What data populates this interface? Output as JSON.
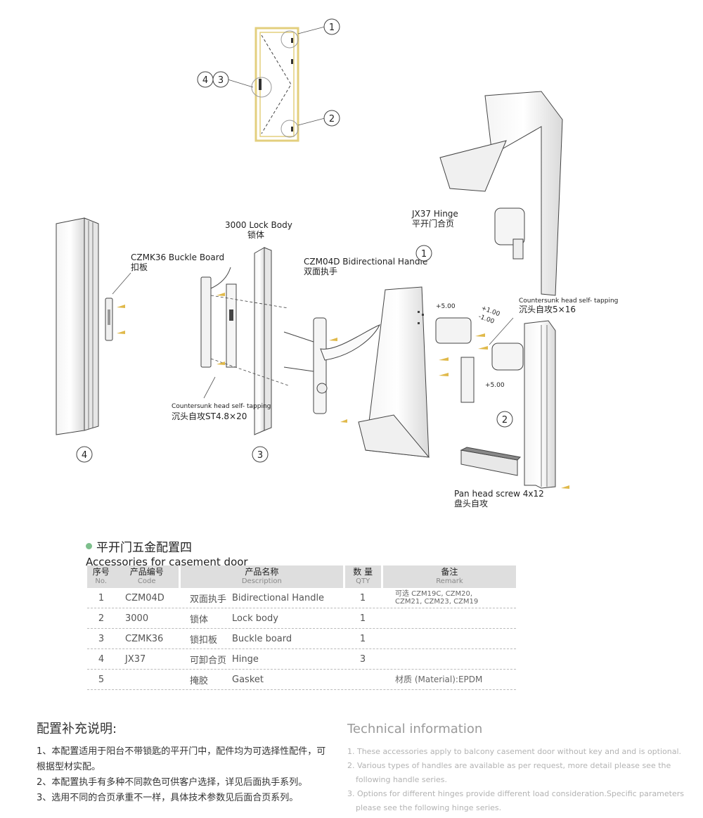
{
  "diagram": {
    "callouts": {
      "lock_body_en": "3000 Lock Body",
      "lock_body_cn": "锁体",
      "buckle_en": "CZMK36 Buckle Board",
      "buckle_cn": "扣板",
      "handle_en": "CZM04D Bidirectional Handle",
      "handle_cn": "双面执手",
      "hinge_en": "JX37 Hinge",
      "hinge_cn": "平开门合页",
      "screw_st_en": "Countersunk head self- tapping",
      "screw_st_cn": "沉头自攻ST4.8×20",
      "screw_5x16_en": "Countersunk head self- tapping",
      "screw_5x16_cn": "沉头自攻5×16",
      "pan_en": "Pan head screw 4x12",
      "pan_cn": "盘头自攻",
      "dim_plus5": "+5.00",
      "dim_plus1": "+1.00",
      "dim_minus1": "-1.00",
      "dim_plus5b": "+5.00"
    },
    "numbers": {
      "n1": "1",
      "n2": "2",
      "n3": "3",
      "n4": "4"
    }
  },
  "section": {
    "title_cn": "平开门五金配置四",
    "title_en": "Accessories for casement door"
  },
  "table": {
    "headers": {
      "no_cn": "序号",
      "no_en": "No.",
      "code_cn": "产品编号",
      "code_en": "Code",
      "desc_cn": "产品名称",
      "desc_en": "Description",
      "qty_cn": "数 量",
      "qty_en": "QTY",
      "remark_cn": "备注",
      "remark_en": "Remark"
    },
    "rows": [
      {
        "no": "1",
        "code": "CZM04D",
        "desc_cn": "双面执手",
        "desc_en": "Bidirectional Handle",
        "qty": "1",
        "remark": "可选 CZM19C, CZM20,",
        "remark2": "CZM21, CZM23, CZM19"
      },
      {
        "no": "2",
        "code": "3000",
        "desc_cn": "锁体",
        "desc_en": "Lock body",
        "qty": "1",
        "remark": "",
        "remark2": ""
      },
      {
        "no": "3",
        "code": "CZMK36",
        "desc_cn": "锁扣板",
        "desc_en": "Buckle board",
        "qty": "1",
        "remark": "",
        "remark2": ""
      },
      {
        "no": "4",
        "code": "JX37",
        "desc_cn": "可卸合页",
        "desc_en": "Hinge",
        "qty": "3",
        "remark": "",
        "remark2": ""
      },
      {
        "no": "5",
        "code": "",
        "desc_cn": "掩胶",
        "desc_en": "Gasket",
        "qty": "",
        "remark": "材质 (Material):EPDM",
        "remark2": ""
      }
    ]
  },
  "info_cn": {
    "title": "配置补充说明:",
    "items": [
      "1、本配置适用于阳台不带锁匙的平开门中，配件均为可选择性配件，可根据型材实配。",
      "2、本配置执手有多种不同款色可供客户选择，详见后面执手系列。",
      "3、选用不同的合页承重不一样，具体技术参数见后面合页系列。"
    ]
  },
  "info_en": {
    "title": "Technical information",
    "items": [
      "1. These accessories apply to balcony casement door without key and and is optional.",
      "2. Various types of handles are available as per request, more detail please see the following handle series.",
      "3. Options for different hinges provide different load consideration.Specific parameters please see the following hinge series."
    ]
  },
  "colors": {
    "accent_dot": "#7dbf8c",
    "door_frame": "#e3cf7d",
    "header_bg": "#dedede",
    "screw": "#e0b94a"
  }
}
